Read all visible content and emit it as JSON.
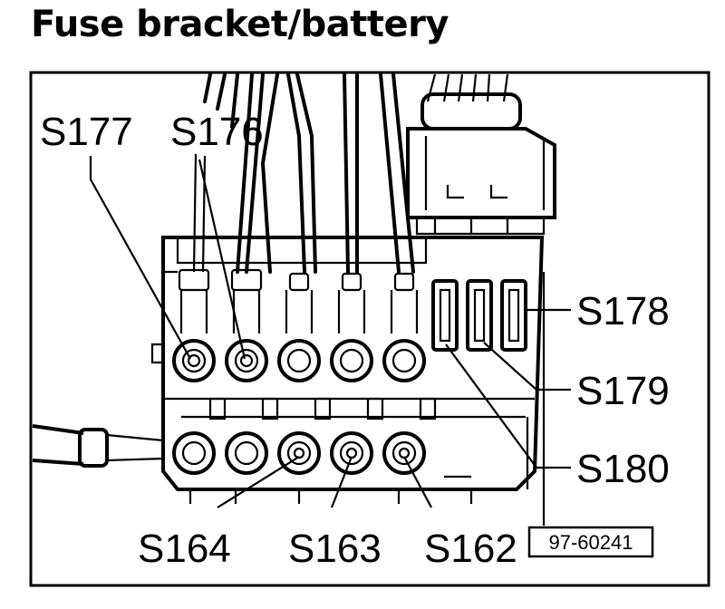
{
  "title": "Fuse bracket/battery",
  "reference": "97-60241",
  "labels": {
    "s177": "S177",
    "s176": "S176",
    "s178": "S178",
    "s179": "S179",
    "s180": "S180",
    "s164": "S164",
    "s163": "S163",
    "s162": "S162"
  }
}
